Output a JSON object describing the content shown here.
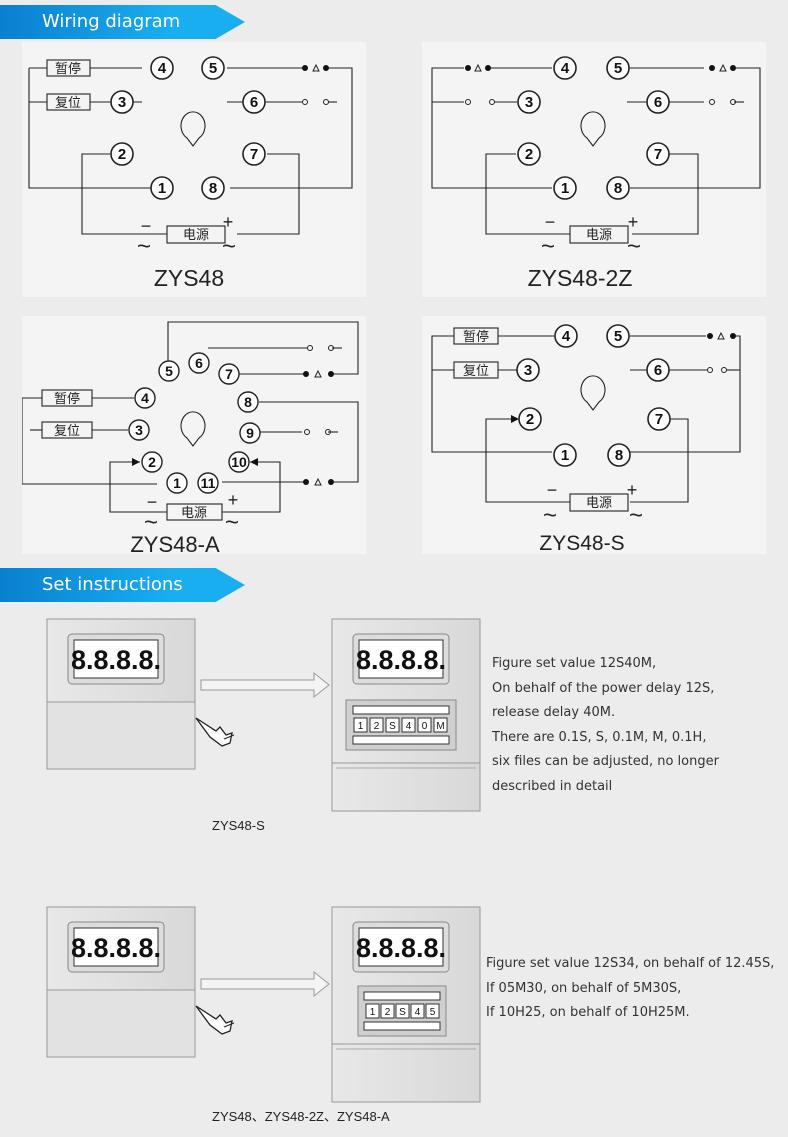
{
  "sections": {
    "wiring_title": "Wiring diagram",
    "set_title": "Set instructions"
  },
  "labels": {
    "pause": "暂停",
    "reset": "复位",
    "power": "电源",
    "minus": "−",
    "plus": "+",
    "tilde": "~"
  },
  "pins": {
    "p1": "1",
    "p2": "2",
    "p3": "3",
    "p4": "4",
    "p5": "5",
    "p6": "6",
    "p7": "7",
    "p8": "8",
    "p9": "9",
    "p10": "10",
    "p11": "11"
  },
  "diagrams": {
    "d1": "ZYS48",
    "d2": "ZYS48-2Z",
    "d3": "ZYS48-A",
    "d4": "ZYS48-S"
  },
  "display": {
    "digits": "8.8.8.8."
  },
  "instructions": {
    "block1_device": "ZYS48-S",
    "block1_dial": [
      "1",
      "2",
      "S",
      "4",
      "0",
      "M"
    ],
    "block1_text": [
      "Figure set value 12S40M,",
      "On behalf of the power delay 12S,",
      "release delay 40M.",
      "There are 0.1S, S, 0.1M, M, 0.1H,",
      "six files can be adjusted, no longer",
      "described in detail"
    ],
    "block2_device": "ZYS48、ZYS48-2Z、ZYS48-A",
    "block2_dial": [
      "1",
      "2",
      "S",
      "4",
      "5"
    ],
    "block2_text": [
      "Figure set value 12S34, on behalf of 12.45S,",
      "If 05M30, on behalf of 5M30S,",
      "If 10H25, on behalf of 10H25M."
    ]
  }
}
